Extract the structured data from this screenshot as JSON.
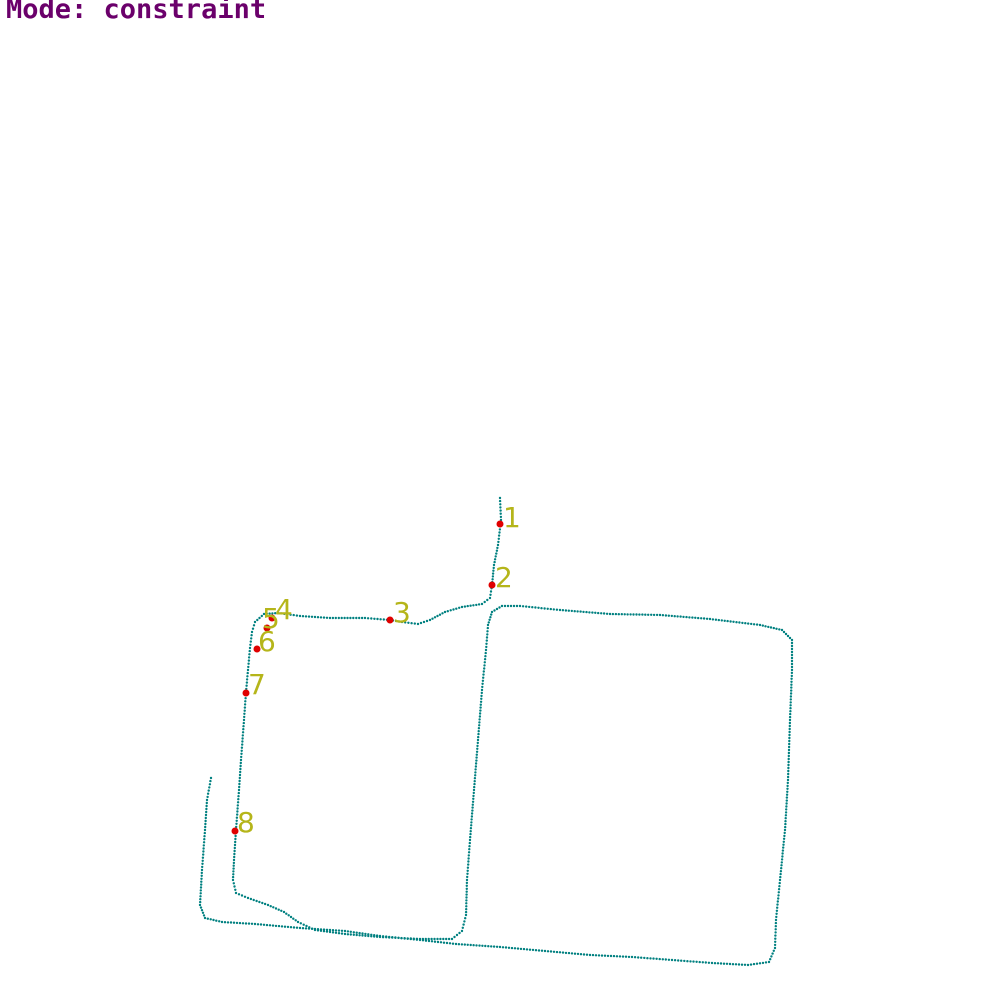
{
  "mode_text": "Mode: constraint",
  "colors": {
    "mode": "#6b006b",
    "trajectory": "#008080",
    "marker": "#e00000",
    "marker_label": "#b5b51a"
  },
  "markers": [
    {
      "label": "1"
    },
    {
      "label": "2"
    },
    {
      "label": "3"
    },
    {
      "label": "4"
    },
    {
      "label": "5"
    },
    {
      "label": "6"
    },
    {
      "label": "7"
    },
    {
      "label": "8"
    }
  ]
}
